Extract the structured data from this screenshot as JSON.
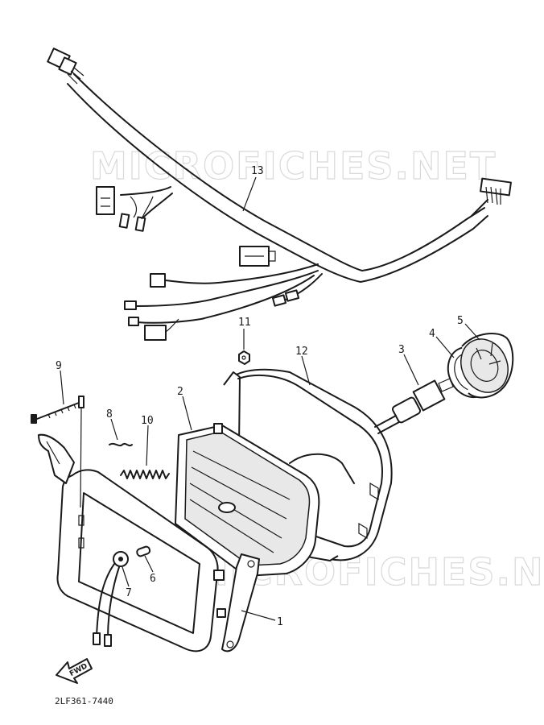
{
  "watermark": {
    "text_top": "MICROFICHES.NET",
    "text_bottom": "MICROFICHES.NET"
  },
  "callouts": {
    "p1": "1",
    "p2": "2",
    "p3": "3",
    "p4": "4",
    "p5": "5",
    "p6": "6",
    "p7": "7",
    "p8": "8",
    "p9": "9",
    "p10": "10",
    "p11": "11",
    "p12": "12",
    "p13": "13"
  },
  "forward_arrow": {
    "label": "FWD"
  },
  "diagram_code": "2LF361-7440"
}
